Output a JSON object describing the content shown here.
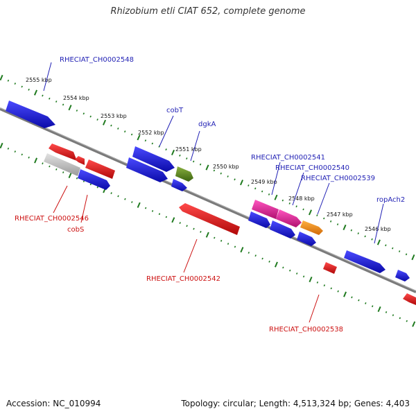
{
  "title": "Rhizobium etli CIAT 652, complete genome",
  "footer": {
    "accession": "Accession: NC_010994",
    "summary": "Topology: circular; Length: 4,513,324 bp; Genes: 4,403"
  },
  "colors": {
    "forward_label": "#1f1fb4",
    "reverse_label": "#cc1010",
    "backbone": "#808080",
    "tick_marks": "#1f7a1f",
    "gene_blue": "#1c1ce0",
    "gene_red": "#e81010",
    "gene_magenta": "#e0209a",
    "gene_orange": "#f28c1c",
    "gene_olive": "#5a8a1c",
    "gene_gray": "#bdbdbd"
  },
  "tick_labels": [
    "2555 kbp",
    "2554 kbp",
    "2553 kbp",
    "2552 kbp",
    "2551 kbp",
    "2550 kbp",
    "2549 kbp",
    "2548 kbp",
    "2547 kbp",
    "2546 kbp"
  ],
  "gene_labels": {
    "forward": [
      "RHECIAT_CH0002548",
      "cobT",
      "dgkA",
      "RHECIAT_CH0002541",
      "RHECIAT_CH0002540",
      "RHECIAT_CH0002539",
      "ropAch2"
    ],
    "reverse": [
      "RHECIAT_CH0002546",
      "cobS",
      "RHECIAT_CH0002542",
      "RHECIAT_CH0002538"
    ]
  }
}
